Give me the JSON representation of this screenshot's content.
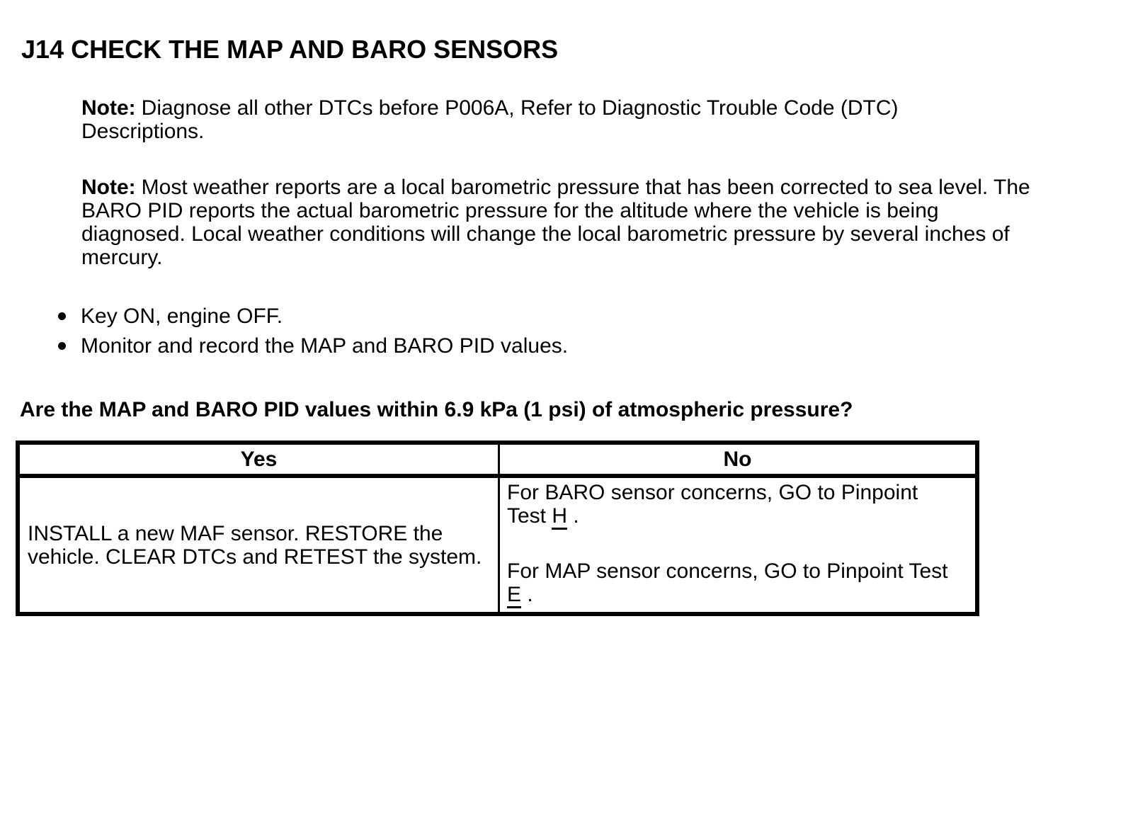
{
  "page": {
    "title": "J14 CHECK THE MAP AND BARO SENSORS",
    "notes": [
      {
        "label": "Note:",
        "lines": [
          "Diagnose all other DTCs before P006A, Refer to Diagnostic Trouble Code (DTC)",
          "Descriptions."
        ]
      },
      {
        "label": "Note:",
        "lines": [
          "Most weather reports are a local barometric pressure that has been corrected to sea level. The",
          "BARO PID reports the actual barometric pressure for the altitude where the vehicle is being",
          "diagnosed. Local weather conditions will change the local barometric pressure by several inches of",
          "mercury."
        ]
      }
    ],
    "steps": [
      "Key ON, engine OFF.",
      "Monitor and record the MAP and BARO PID values."
    ],
    "question": "Are the MAP and BARO PID values within 6.9 kPa (1 psi) of atmospheric pressure?",
    "table": {
      "headers": [
        "Yes",
        "No"
      ],
      "yes_action": {
        "lines": [
          "INSTALL a new MAF sensor. RESTORE the",
          "vehicle. CLEAR DTCs and RETEST the system."
        ]
      },
      "no_actions": [
        {
          "line1": "For BARO sensor concerns, GO to Pinpoint",
          "line2_before": "Test ",
          "link_label": "H",
          "line2_after": " ."
        },
        {
          "line1": "For MAP sensor concerns, GO to Pinpoint Test",
          "line2_before": "",
          "link_label": "E",
          "line2_after": " ."
        }
      ]
    }
  }
}
